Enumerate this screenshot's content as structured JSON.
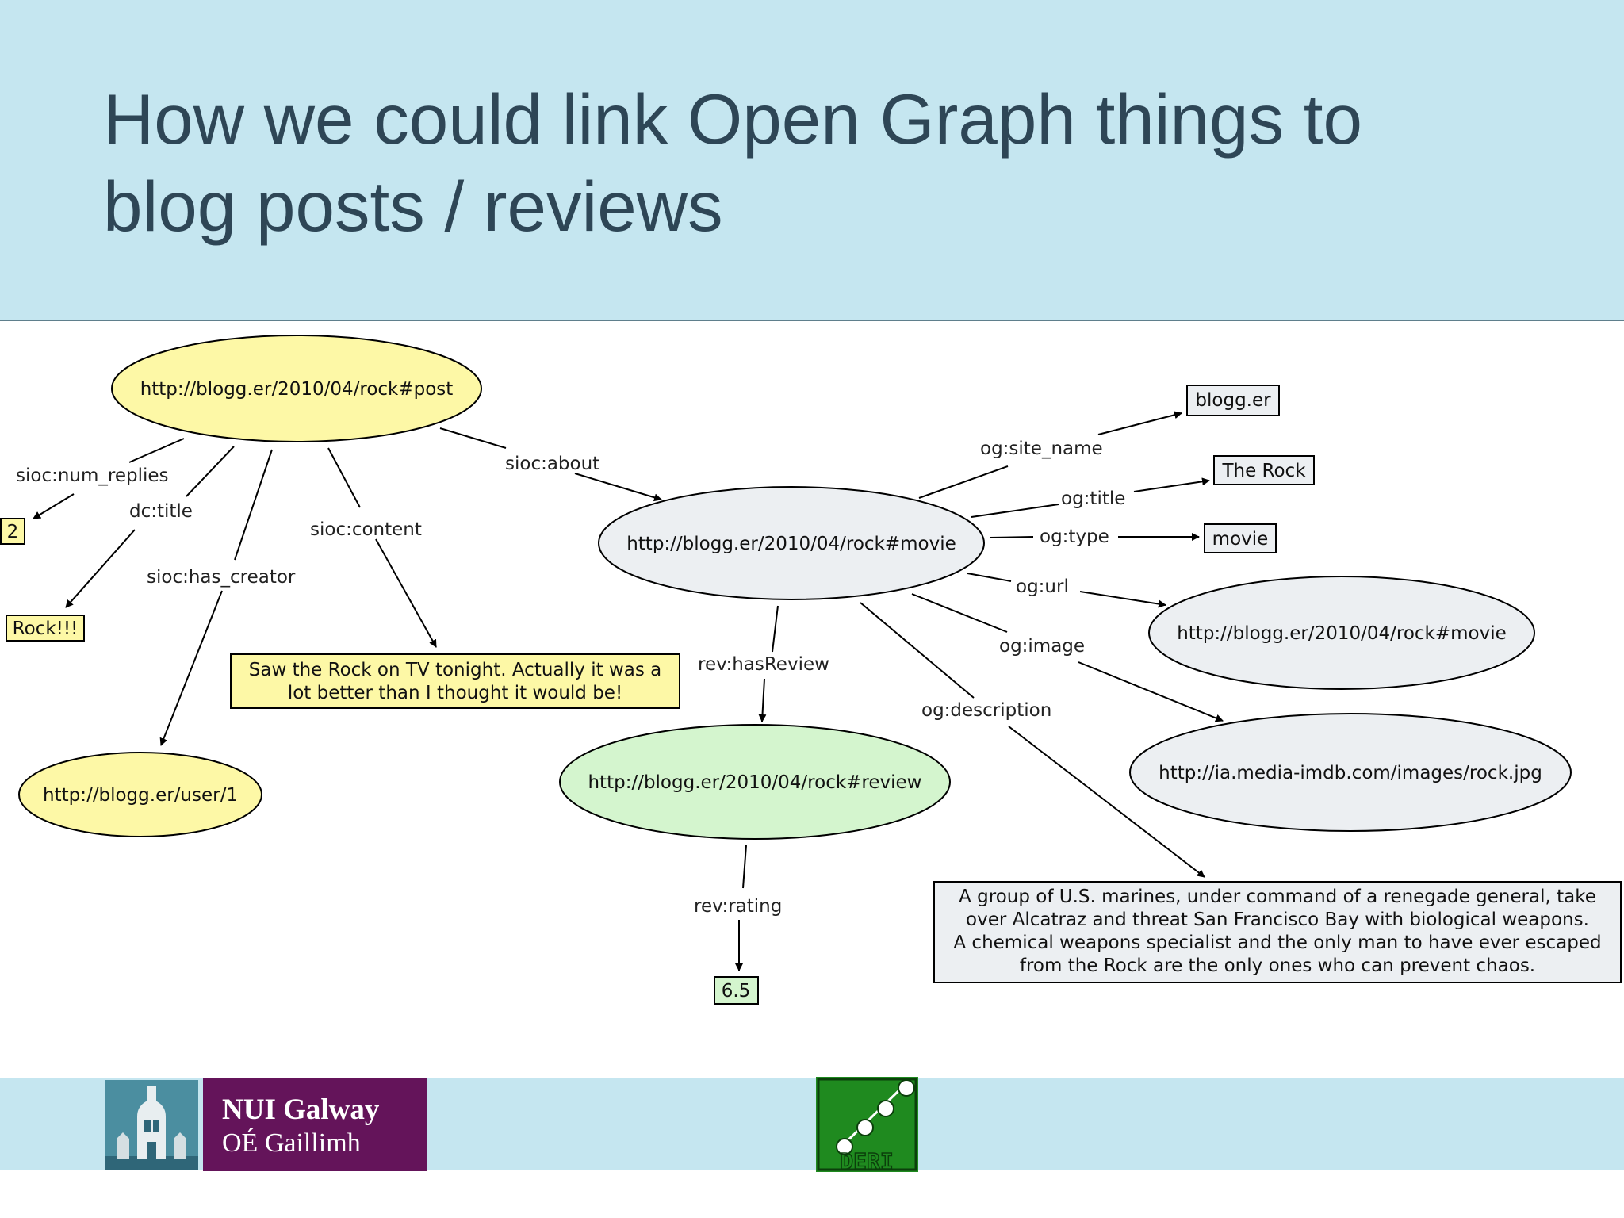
{
  "slide": {
    "title_line1": "How we could link Open Graph things to",
    "title_line2": "blog posts / reviews"
  },
  "nodes": {
    "post": "http://blogg.er/2010/04/rock#post",
    "num_replies_value": "2",
    "title_value": "Rock!!!",
    "creator": "http://blogg.er/user/1",
    "content_line1": "Saw the Rock on TV tonight. Actually it was a",
    "content_line2": "lot better than I thought it would be!",
    "movie": "http://blogg.er/2010/04/rock#movie",
    "review": "http://blogg.er/2010/04/rock#review",
    "rating_value": "6.5",
    "site_name_value": "blogg.er",
    "og_title_value": "The Rock",
    "og_type_value": "movie",
    "og_url_value": "http://blogg.er/2010/04/rock#movie",
    "og_image_value": "http://ia.media-imdb.com/images/rock.jpg",
    "description_lines": [
      "A group of U.S. marines, under command of a renegade general, take",
      "over Alcatraz and threat San Francisco Bay with biological weapons.",
      "A chemical weapons specialist and the only man to have ever escaped",
      "from the Rock are the only ones who can prevent chaos."
    ]
  },
  "edges": {
    "num_replies": "sioc:num_replies",
    "dc_title": "dc:title",
    "has_creator": "sioc:has_creator",
    "content": "sioc:content",
    "about": "sioc:about",
    "has_review": "rev:hasReview",
    "rating": "rev:rating",
    "site_name": "og:site_name",
    "og_title": "og:title",
    "og_type": "og:type",
    "og_url": "og:url",
    "og_image": "og:image",
    "og_description": "og:description"
  },
  "footer": {
    "nui_line1": "NUI Galway",
    "nui_line2": "OÉ Gaillimh",
    "deri_label": "DERI"
  },
  "colors": {
    "header_band": "#c5e6f0",
    "title_text": "#2e4656",
    "post_node_fill": "#fdf8a6",
    "movie_node_fill": "#eceff2",
    "review_node_fill": "#d4f5ce",
    "nui_purple": "#64145a",
    "deri_green": "#1f8a1f"
  }
}
